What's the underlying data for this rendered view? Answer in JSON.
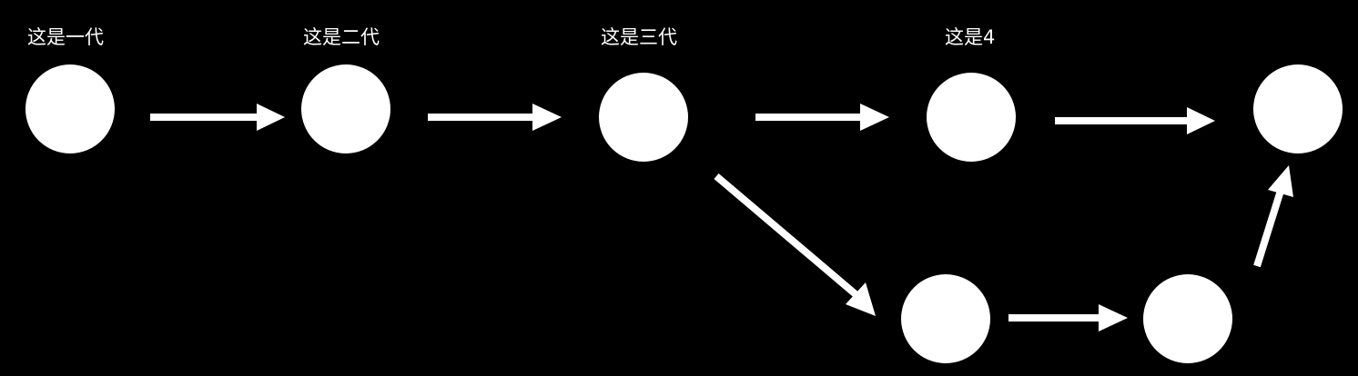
{
  "colors": {
    "background": "#000000",
    "node": "#ffffff",
    "arrow": "#ffffff",
    "text": "#ffffff"
  },
  "labels": {
    "gen1": "这是一代",
    "gen2": "这是二代",
    "gen3": "这是三代",
    "gen4": "这是4"
  }
}
